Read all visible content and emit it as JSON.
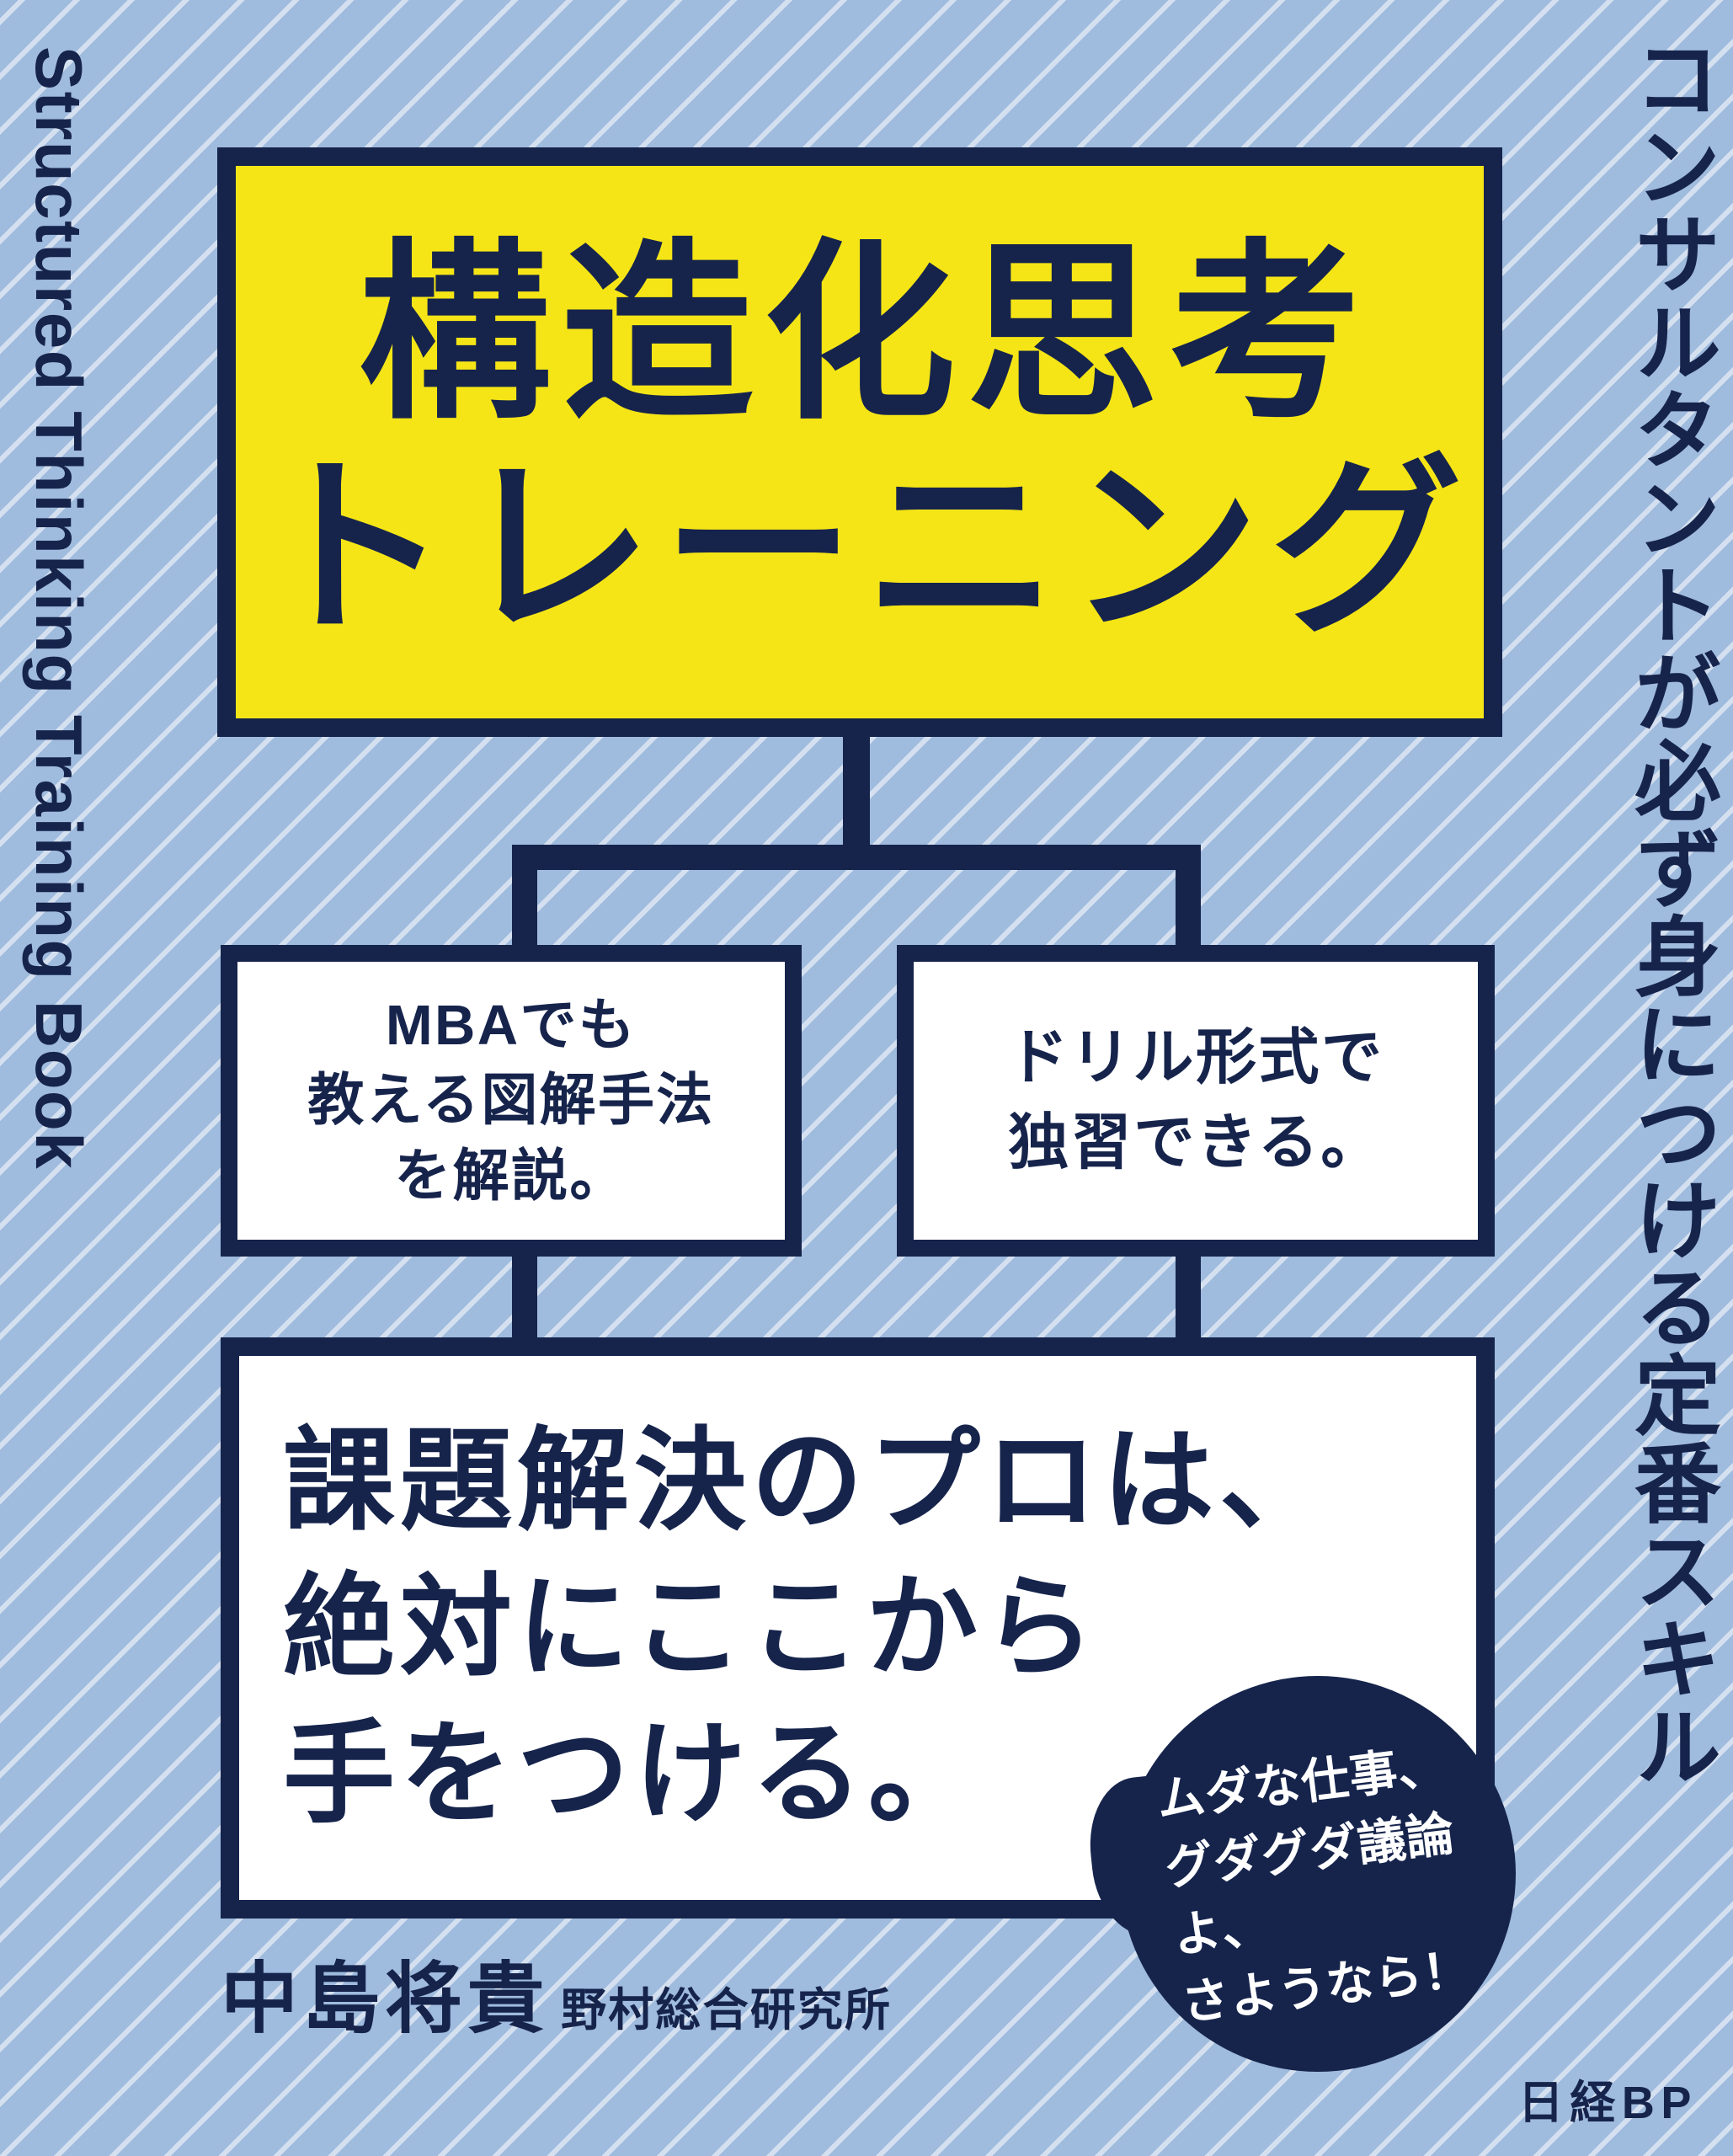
{
  "cover": {
    "background_color": "#9fbbdd",
    "stripe_color": "#ffffff",
    "accent_navy": "#16244c",
    "accent_yellow": "#f5e516",
    "panel_white": "#ffffff"
  },
  "spine": {
    "english_subtitle": "Structured Thinking Training Book"
  },
  "right_band": {
    "tagline": "コンサルタントが必ず身につける定番スキル"
  },
  "title": {
    "line1": "構造化思考",
    "line2": "トレーニング"
  },
  "features": [
    {
      "id": "feature-left",
      "text": "MBAでも\n教える図解手法\nを解説。"
    },
    {
      "id": "feature-right",
      "text": "ドリル形式で\n独習できる。"
    }
  ],
  "main_statement": {
    "text": "課題解決のプロは、\n絶対にここから\n手をつける。"
  },
  "speech_bubble": {
    "text": "ムダな仕事、\nグダグダ議論よ、\nさようなら！"
  },
  "author": {
    "name": "中島将貴",
    "affiliation": "野村総合研究所"
  },
  "publisher": {
    "name": "日経BP"
  }
}
